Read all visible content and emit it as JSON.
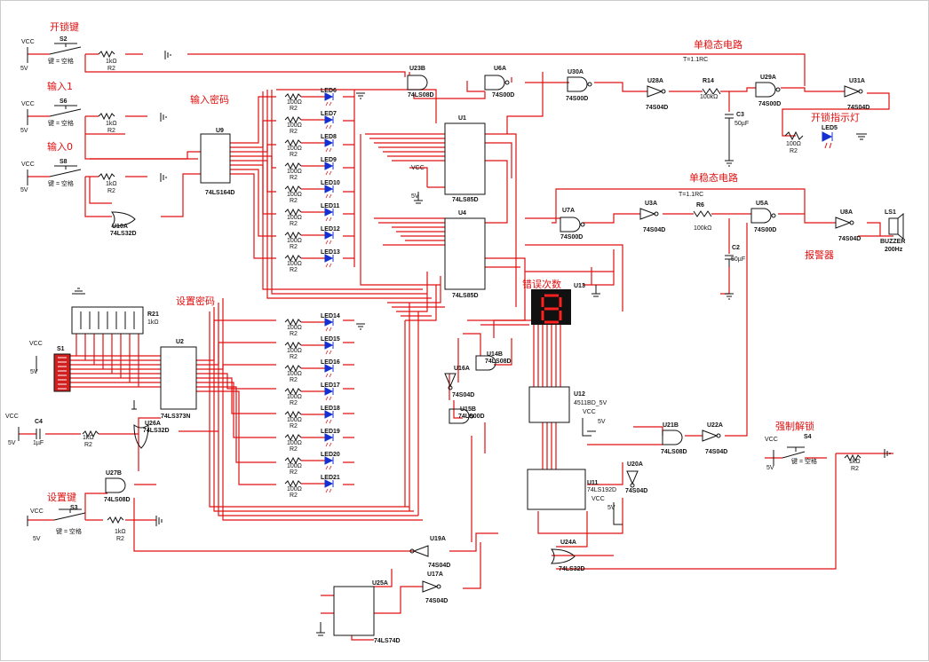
{
  "annotations": {
    "unlock_key": "开锁键",
    "input1": "输入1",
    "input0": "输入0",
    "input_password": "输入密码",
    "set_password": "设置密码",
    "set_key": "设置键",
    "monostable1": "单稳态电路",
    "monostable2": "单稳态电路",
    "unlock_indicator": "开锁指示灯",
    "alarm": "报警器",
    "error_count": "错误次数",
    "force_unlock": "强制解锁"
  },
  "rc_formula": "T=1.1RC",
  "switches": [
    {
      "ref": "S2",
      "key": "键 = 空格",
      "vcc": "VCC",
      "volt": "5V",
      "r": "1kΩ",
      "rref": "R2"
    },
    {
      "ref": "S6",
      "key": "键 = 空格",
      "vcc": "VCC",
      "volt": "5V",
      "r": "1kΩ",
      "rref": "R2"
    },
    {
      "ref": "S8",
      "key": "键 = 空格",
      "vcc": "VCC",
      "volt": "5V",
      "r": "1kΩ",
      "rref": "R2"
    },
    {
      "ref": "S3",
      "key": "键 = 空格",
      "vcc": "VCC",
      "volt": "5V",
      "r": "1kΩ",
      "rref": "R2"
    },
    {
      "ref": "S4",
      "key": "键 = 空格",
      "vcc": "VCC",
      "volt": "5V",
      "r": "1kΩ",
      "rref": "R2"
    }
  ],
  "chips": {
    "u9": {
      "ref": "U9",
      "part": "74LS164D"
    },
    "u1": {
      "ref": "U1",
      "part": "74LS85D"
    },
    "u4": {
      "ref": "U4",
      "part": "74LS85D"
    },
    "u2": {
      "ref": "U2",
      "part": "74LS373N"
    },
    "u12": {
      "ref": "U12",
      "part": "4511BD_5V"
    },
    "u11": {
      "ref": "U11",
      "part": "74LS192D"
    },
    "u25": {
      "ref": "U25A",
      "part": "74LS74D"
    },
    "u13": {
      "ref": "U13"
    }
  },
  "gates": {
    "u10": {
      "ref": "U10A",
      "part": "74LS32D"
    },
    "u23": {
      "ref": "U23B",
      "part": "74LS08D"
    },
    "u6": {
      "ref": "U6A",
      "part": "74S00D"
    },
    "u30": {
      "ref": "U30A",
      "part": "74S00D"
    },
    "u28": {
      "ref": "U28A",
      "part": "74S04D"
    },
    "u29": {
      "ref": "U29A",
      "part": "74S00D"
    },
    "u31": {
      "ref": "U31A",
      "part": "74S04D"
    },
    "u7": {
      "ref": "U7A",
      "part": "74S00D"
    },
    "u3": {
      "ref": "U3A",
      "part": "74S04D"
    },
    "u5": {
      "ref": "U5A",
      "part": "74S00D"
    },
    "u8": {
      "ref": "U8A",
      "part": "74S04D"
    },
    "u14": {
      "ref": "U14B",
      "part": "74LS08D"
    },
    "u16": {
      "ref": "U16A",
      "part": "74S04D"
    },
    "u15": {
      "ref": "U15B",
      "part": "74LS00D"
    },
    "u21": {
      "ref": "U21B",
      "part": "74LS08D"
    },
    "u22": {
      "ref": "U22A",
      "part": "74S04D"
    },
    "u20": {
      "ref": "U20A",
      "part": "74S04D"
    },
    "u24": {
      "ref": "U24A",
      "part": "74LS32D"
    },
    "u26": {
      "ref": "U26A",
      "part": "74LS32D"
    },
    "u27": {
      "ref": "U27B",
      "part": "74LS08D"
    },
    "u19": {
      "ref": "U19A",
      "part": "74S04D"
    },
    "u17": {
      "ref": "U17A",
      "part": "74S04D"
    }
  },
  "timing1": {
    "r_ref": "R14",
    "r_val": "100kΩ",
    "c_ref": "C3",
    "c_val": "50µF"
  },
  "timing2": {
    "r_ref": "R6",
    "r_val": "100kΩ",
    "c_ref": "C2",
    "c_val": "50µF"
  },
  "led5": {
    "ref": "LED5",
    "r": "100Ω",
    "rref": "R2"
  },
  "buzzer": {
    "ref": "LS1",
    "name": "BUZZER",
    "freq": "200Hz"
  },
  "dip": {
    "ref": "S1",
    "vcc": "VCC",
    "volt": "5V"
  },
  "rnet": {
    "ref": "R21",
    "val": "1kΩ"
  },
  "cap4": {
    "ref": "C4",
    "val": "1µF",
    "vcc": "VCC",
    "volt": "5V",
    "r": "1kΩ",
    "rref": "R2"
  },
  "vcc_labels": {
    "u1": "VCC",
    "u1v": "5V",
    "u12": "VCC",
    "u12v": "5V",
    "u11": "VCC",
    "u11v": "5V"
  },
  "input_leds": [
    {
      "ref": "LED6",
      "r": "100Ω",
      "rref": "R2"
    },
    {
      "ref": "LED7",
      "r": "100Ω",
      "rref": "R2"
    },
    {
      "ref": "LED8",
      "r": "100Ω",
      "rref": "R2"
    },
    {
      "ref": "LED9",
      "r": "100Ω",
      "rref": "R2"
    },
    {
      "ref": "LED10",
      "r": "100Ω",
      "rref": "R2"
    },
    {
      "ref": "LED11",
      "r": "100Ω",
      "rref": "R2"
    },
    {
      "ref": "LED12",
      "r": "100Ω",
      "rref": "R2"
    },
    {
      "ref": "LED13",
      "r": "100Ω",
      "rref": "R2"
    }
  ],
  "set_leds": [
    {
      "ref": "LED14",
      "r": "100Ω",
      "rref": "R2"
    },
    {
      "ref": "LED15",
      "r": "100Ω",
      "rref": "R2"
    },
    {
      "ref": "LED16",
      "r": "100Ω",
      "rref": "R2"
    },
    {
      "ref": "LED17",
      "r": "100Ω",
      "rref": "R2"
    },
    {
      "ref": "LED18",
      "r": "100Ω",
      "rref": "R2"
    },
    {
      "ref": "LED19",
      "r": "100Ω",
      "rref": "R2"
    },
    {
      "ref": "LED20",
      "r": "100Ω",
      "rref": "R2"
    },
    {
      "ref": "LED21",
      "r": "100Ω",
      "rref": "R2"
    }
  ]
}
